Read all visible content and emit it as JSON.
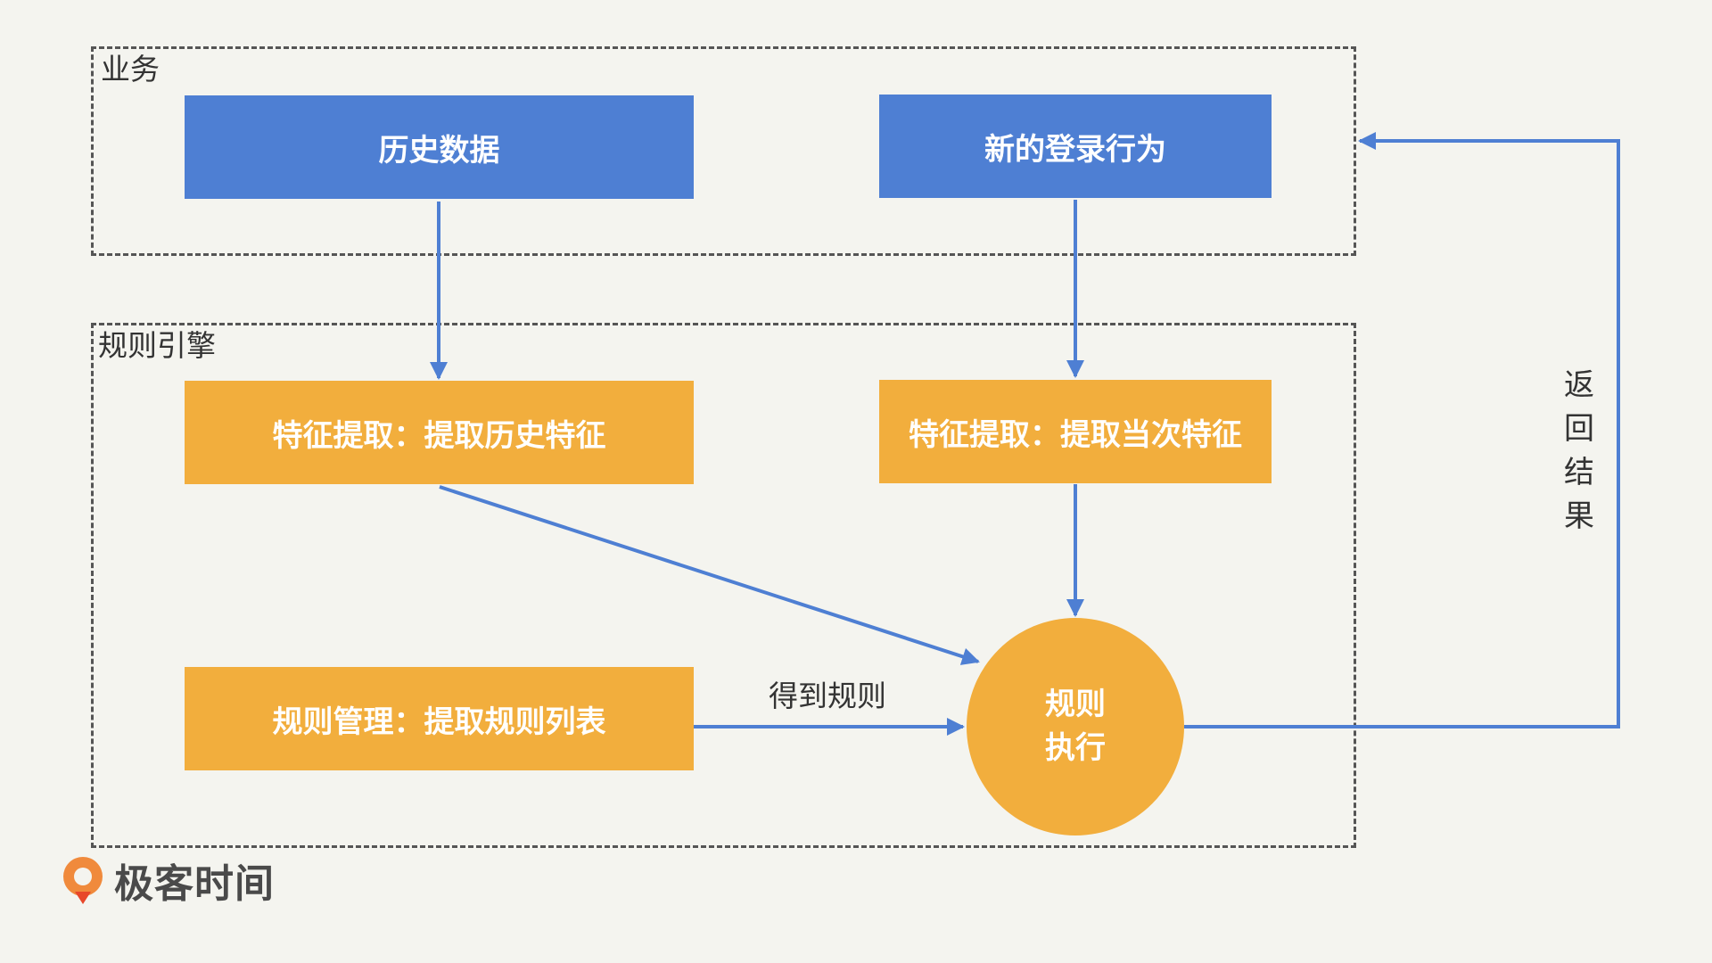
{
  "colors": {
    "primary": "#4e7fd3",
    "accent": "#f2ae3d",
    "edge": "#4e7fd3",
    "frame": "#555555",
    "background": "#f4f4ef"
  },
  "groups": {
    "business": "业务",
    "rule_engine": "规则引擎"
  },
  "nodes": {
    "history_data": "历史数据",
    "new_login": "新的登录行为",
    "extract_history": "特征提取：提取历史特征",
    "extract_current": "特征提取：提取当次特征",
    "rule_mgmt": "规则管理：提取规则列表",
    "rule_exec_line1": "规则",
    "rule_exec_line2": "执行"
  },
  "edges": {
    "get_rules": "得到规则",
    "return_result": "返回结果"
  },
  "logo": {
    "name": "极客时间",
    "icon": "geektime-logo-icon"
  }
}
